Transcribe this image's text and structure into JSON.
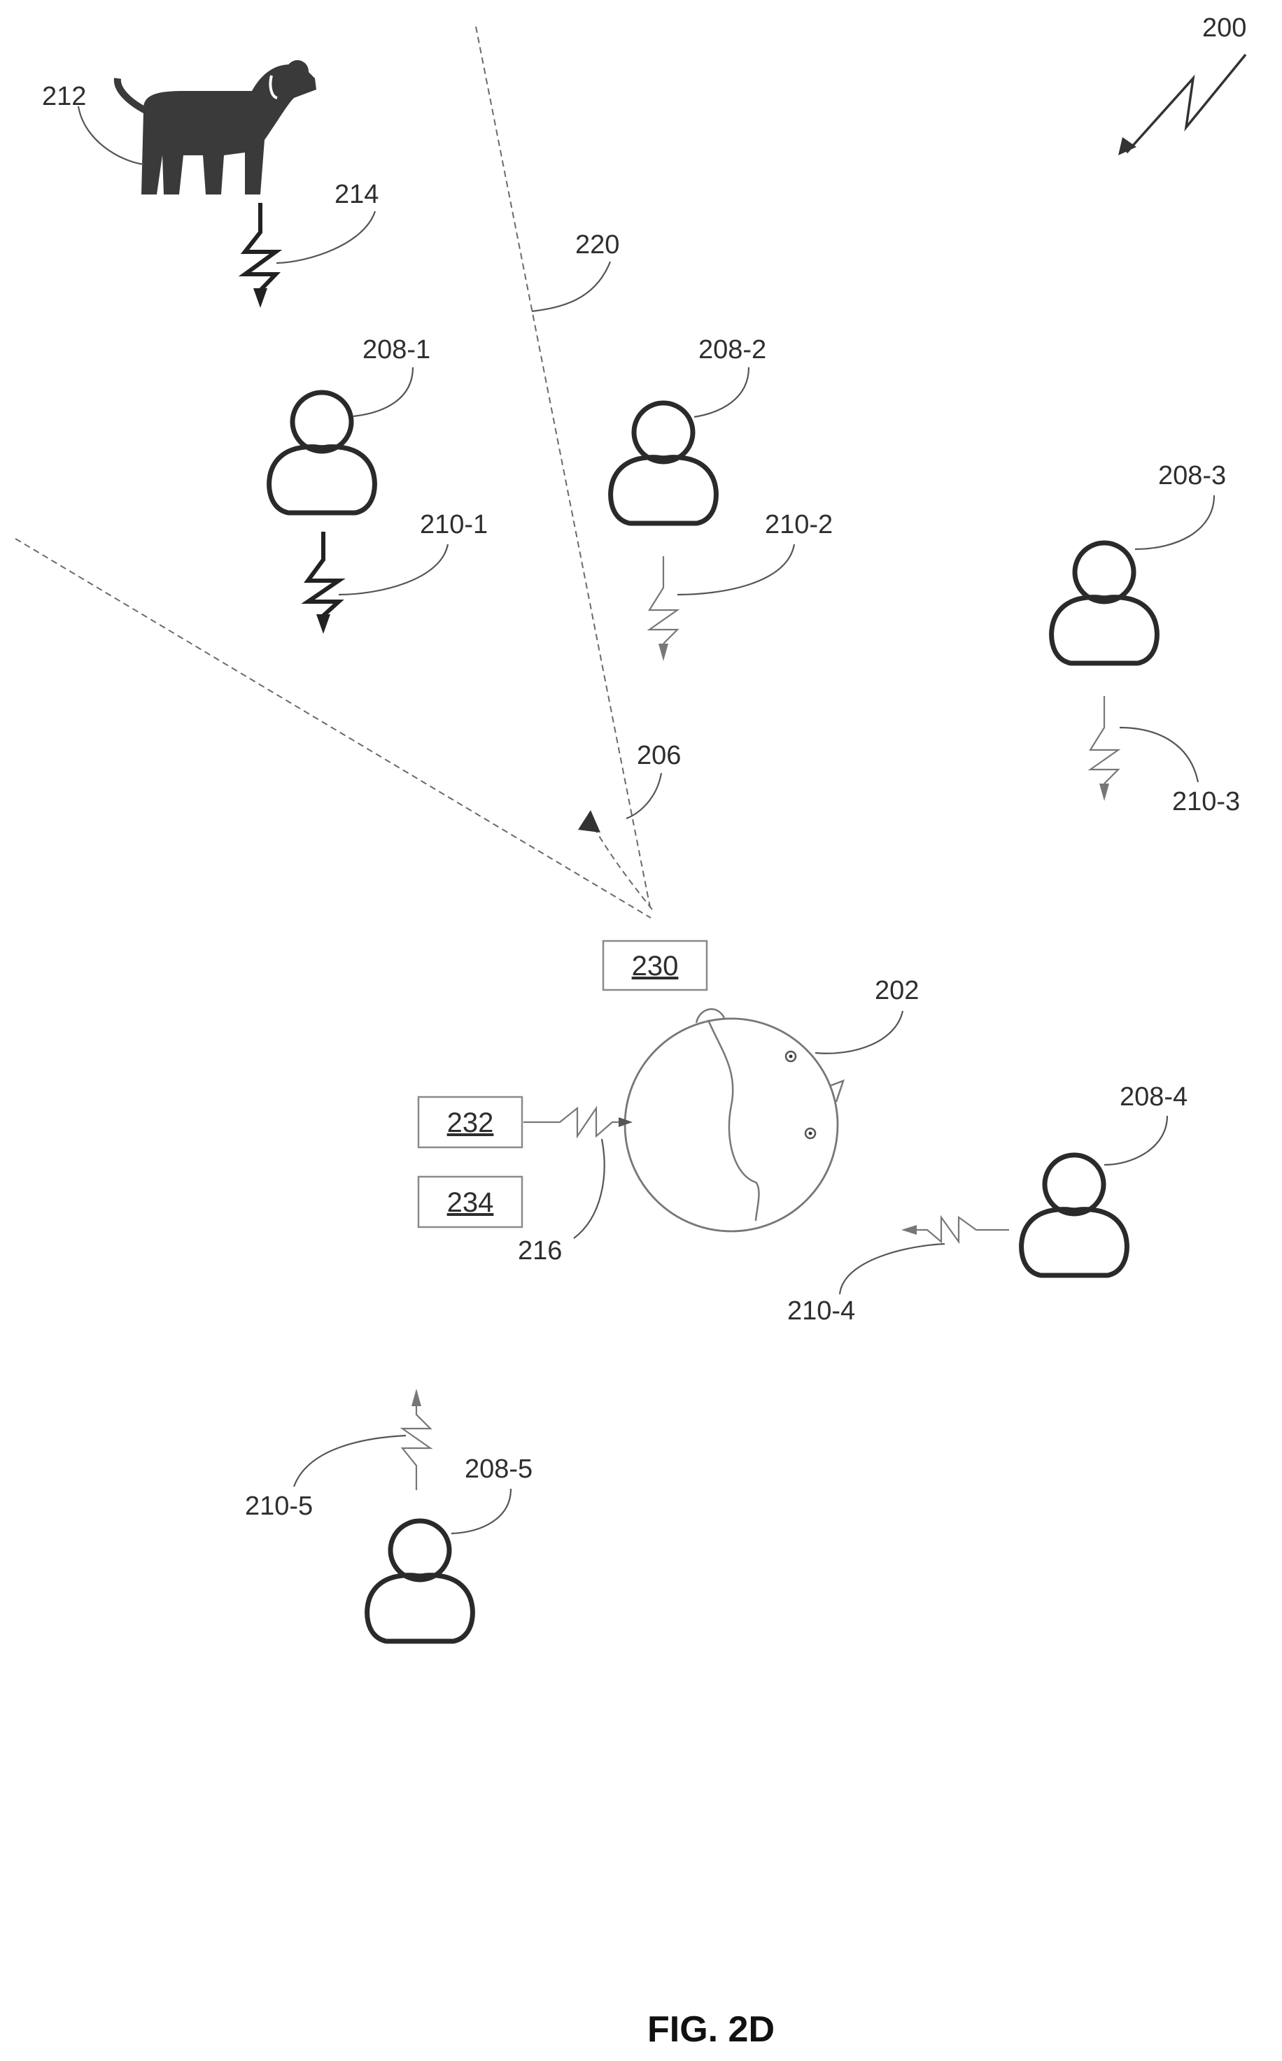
{
  "figure": {
    "ref_200": "200",
    "caption": "FIG. 2D"
  },
  "labels": {
    "dog": "212",
    "dog_sound": "214",
    "boundary": "220",
    "person_1": "208-1",
    "person_2": "208-2",
    "person_3": "208-3",
    "person_4": "208-4",
    "person_5": "208-5",
    "sound_1": "210-1",
    "sound_2": "210-2",
    "sound_3": "210-3",
    "sound_4": "210-4",
    "sound_5": "210-5",
    "direction": "206",
    "device": "202",
    "device_sound": "216"
  },
  "boxes": {
    "b230": "230",
    "b232": "232",
    "b234": "234"
  }
}
